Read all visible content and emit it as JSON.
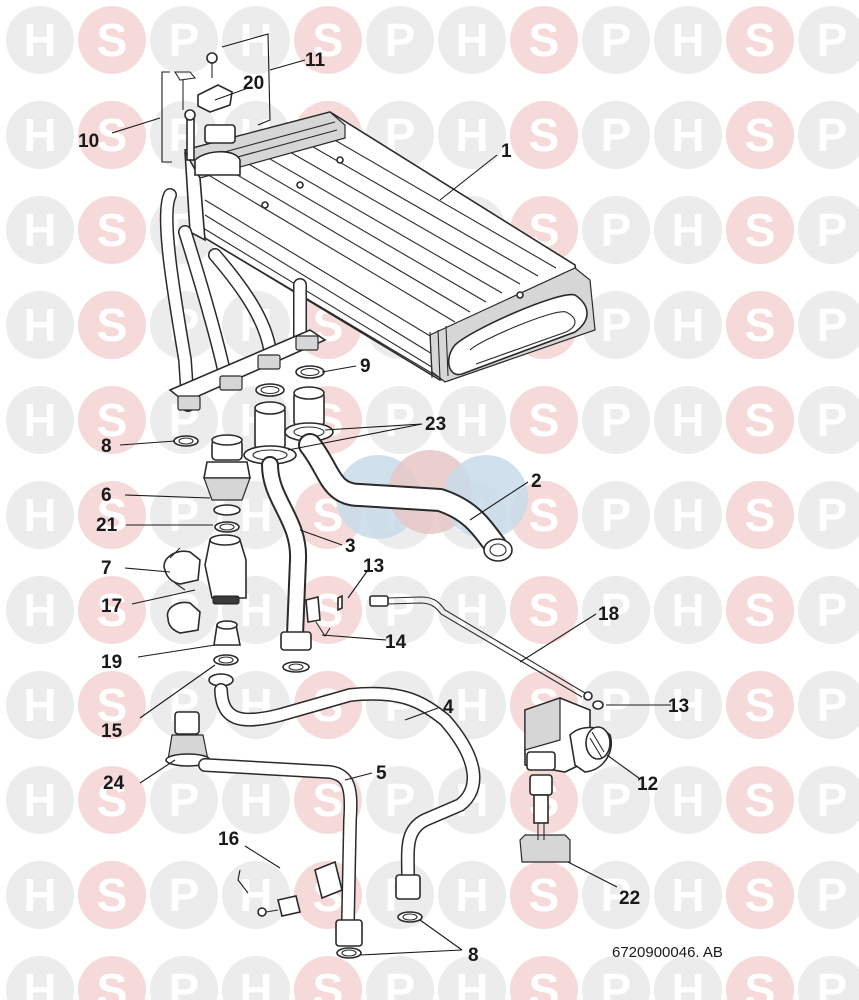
{
  "watermark": {
    "letters": [
      "H",
      "S",
      "P"
    ],
    "circle_color": "#ececec",
    "letter_color": "#ffffff",
    "highlight_circle_color": "#f6dada",
    "center_colors": [
      "#c9dbea",
      "#e8c7c7",
      "#c9dbea"
    ]
  },
  "callouts": [
    {
      "id": "1",
      "label": "1"
    },
    {
      "id": "2",
      "label": "2"
    },
    {
      "id": "3",
      "label": "3"
    },
    {
      "id": "4",
      "label": "4"
    },
    {
      "id": "5",
      "label": "5"
    },
    {
      "id": "6",
      "label": "6"
    },
    {
      "id": "7",
      "label": "7"
    },
    {
      "id": "8a",
      "label": "8"
    },
    {
      "id": "8b",
      "label": "8"
    },
    {
      "id": "9",
      "label": "9"
    },
    {
      "id": "10",
      "label": "10"
    },
    {
      "id": "11",
      "label": "11"
    },
    {
      "id": "12",
      "label": "12"
    },
    {
      "id": "13a",
      "label": "13"
    },
    {
      "id": "13b",
      "label": "13"
    },
    {
      "id": "14",
      "label": "14"
    },
    {
      "id": "15",
      "label": "15"
    },
    {
      "id": "16",
      "label": "16"
    },
    {
      "id": "17",
      "label": "17"
    },
    {
      "id": "18",
      "label": "18"
    },
    {
      "id": "19",
      "label": "19"
    },
    {
      "id": "20",
      "label": "20"
    },
    {
      "id": "21",
      "label": "21"
    },
    {
      "id": "22",
      "label": "22"
    },
    {
      "id": "23",
      "label": "23"
    },
    {
      "id": "24",
      "label": "24"
    }
  ],
  "drawing_reference": "6720900046. AB"
}
